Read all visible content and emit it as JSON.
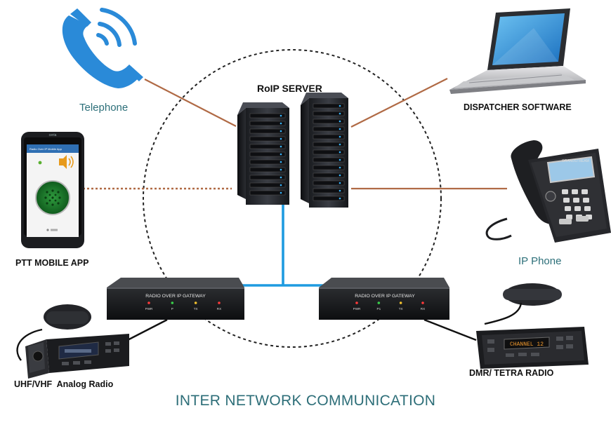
{
  "server": {
    "label": "RoIP SERVER"
  },
  "nodes": {
    "telephone": "Telephone",
    "dispatcher": "DISPATCHER SOFTWARE",
    "ptt_app": "PTT MOBILE APP",
    "ip_phone": "IP Phone",
    "analog_radio": "UHF/VHF  Analog Radio",
    "dmr_radio": "DMR/ TETRA RADIO"
  },
  "gateways": {
    "label": "RADIO OVER IP GATEWAY",
    "left_leds": [
      "PWR",
      "P",
      "TX",
      "RX"
    ],
    "right_leds": [
      "PWR",
      "P1",
      "TX",
      "RX"
    ]
  },
  "ptt_screen": {
    "brand": "ceria",
    "app_title": "Radio Over IP Mobile App"
  },
  "desk_phone_brand": "GRANDSTREAM",
  "radio_display": "CHANNEL 12",
  "caption": "INTER NETWORK COMMUNICATION",
  "colors": {
    "link": "#b06a45",
    "network": "#1e9be0",
    "radio_cable": "#111111",
    "accent_teal": "#2d6e78"
  }
}
